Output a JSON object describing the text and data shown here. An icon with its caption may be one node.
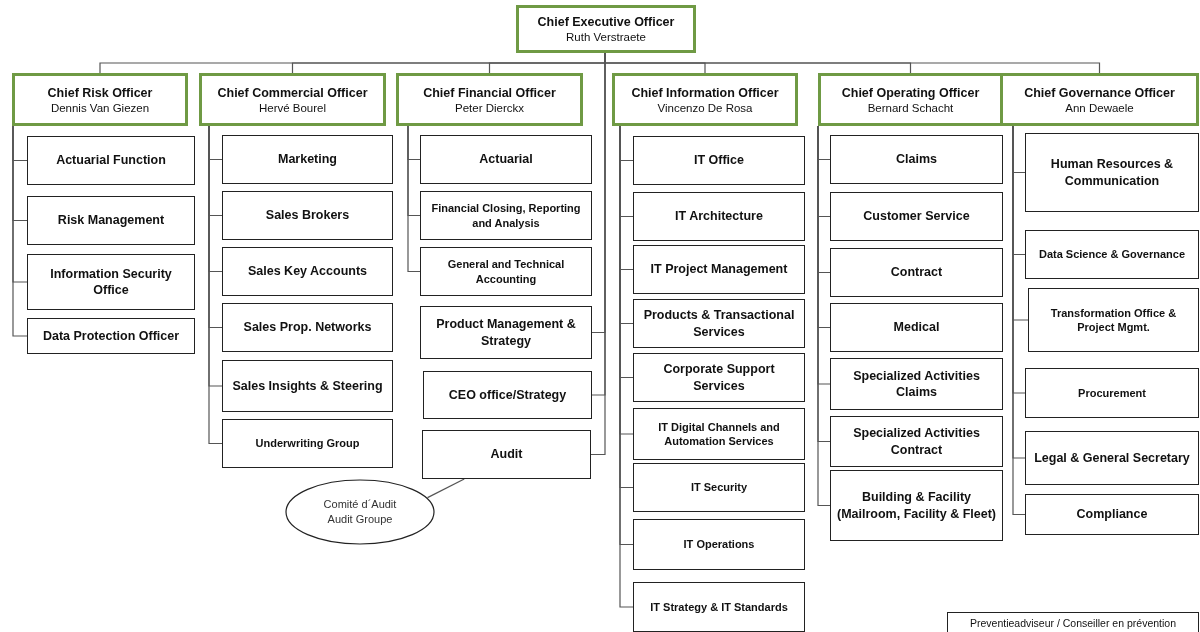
{
  "diagram": {
    "nodes": [
      {
        "text": [
          "Chief Executive Officer",
          "Ruth Verstraete"
        ]
      },
      {
        "text": [
          "Chief Risk Officer",
          "Dennis Van Giezen"
        ]
      },
      {
        "text": [
          "Actuarial Function"
        ]
      },
      {
        "text": [
          "Risk Management"
        ]
      },
      {
        "text": [
          "Information Security Office"
        ]
      },
      {
        "text": [
          "Data Protection Officer"
        ]
      },
      {
        "text": [
          "Chief Commercial Officer",
          "Hervé Bourel"
        ]
      },
      {
        "text": [
          "Marketing"
        ]
      },
      {
        "text": [
          "Sales Brokers"
        ]
      },
      {
        "text": [
          "Sales Key Accounts"
        ]
      },
      {
        "text": [
          "Sales Prop. Networks"
        ]
      },
      {
        "text": [
          "Sales Insights & Steering"
        ]
      },
      {
        "text": [
          "Underwriting Group"
        ]
      },
      {
        "text": [
          "Chief Financial Officer",
          "Peter Dierckx"
        ]
      },
      {
        "text": [
          "Actuarial"
        ]
      },
      {
        "text": [
          "Financial Closing, Reporting and Analysis"
        ]
      },
      {
        "text": [
          "General and Technical Accounting"
        ]
      },
      {
        "text": [
          "Product Management & Strategy"
        ]
      },
      {
        "text": [
          "CEO office/Strategy"
        ]
      },
      {
        "text": [
          "Audit"
        ]
      },
      {
        "text": [
          "Comité d´Audit",
          "Audit Groupe"
        ]
      },
      {
        "text": [
          "Chief Information Officer",
          "Vincenzo De Rosa"
        ]
      },
      {
        "text": [
          "IT Office"
        ]
      },
      {
        "text": [
          "IT Architecture"
        ]
      },
      {
        "text": [
          "IT Project Management"
        ]
      },
      {
        "text": [
          "Products & Transactional Services"
        ]
      },
      {
        "text": [
          "Corporate Support Services"
        ]
      },
      {
        "text": [
          "IT Digital Channels and Automation Services"
        ]
      },
      {
        "text": [
          "IT Security"
        ]
      },
      {
        "text": [
          "IT Operations"
        ]
      },
      {
        "text": [
          "IT Strategy & IT Standards"
        ]
      },
      {
        "text": [
          "Chief Operating Officer",
          "Bernard Schacht"
        ]
      },
      {
        "text": [
          "Claims"
        ]
      },
      {
        "text": [
          "Customer Service"
        ]
      },
      {
        "text": [
          "Contract"
        ]
      },
      {
        "text": [
          "Medical"
        ]
      },
      {
        "text": [
          "Specialized Activities Claims"
        ]
      },
      {
        "text": [
          "Specialized Activities Contract"
        ]
      },
      {
        "text": [
          "Building & Facility (Mailroom, Facility & Fleet)"
        ]
      },
      {
        "text": [
          "Chief Governance Officer",
          "Ann Dewaele"
        ]
      },
      {
        "text": [
          "Human Resources & Communication"
        ]
      },
      {
        "text": [
          "Data Science & Governance"
        ]
      },
      {
        "text": [
          "Transformation Office & Project Mgmt."
        ]
      },
      {
        "text": [
          "Procurement"
        ]
      },
      {
        "text": [
          "Legal & General Secretary"
        ]
      },
      {
        "text": [
          "Compliance"
        ]
      },
      {
        "text": [
          "Preventieadviseur / Conseiller en prévention"
        ]
      }
    ],
    "edges": [
      {
        "from": 0,
        "to": 1,
        "arrow": "none"
      },
      {
        "from": 0,
        "to": 6,
        "arrow": "none"
      },
      {
        "from": 0,
        "to": 13,
        "arrow": "none"
      },
      {
        "from": 0,
        "to": 21,
        "arrow": "none"
      },
      {
        "from": 0,
        "to": 31,
        "arrow": "none"
      },
      {
        "from": 0,
        "to": 39,
        "arrow": "none"
      },
      {
        "from": 1,
        "to": 2,
        "arrow": "none"
      },
      {
        "from": 1,
        "to": 3,
        "arrow": "none"
      },
      {
        "from": 1,
        "to": 4,
        "arrow": "none"
      },
      {
        "from": 1,
        "to": 5,
        "arrow": "none"
      },
      {
        "from": 6,
        "to": 7,
        "arrow": "none"
      },
      {
        "from": 6,
        "to": 8,
        "arrow": "none"
      },
      {
        "from": 6,
        "to": 9,
        "arrow": "none"
      },
      {
        "from": 6,
        "to": 10,
        "arrow": "none"
      },
      {
        "from": 6,
        "to": 11,
        "arrow": "none"
      },
      {
        "from": 6,
        "to": 12,
        "arrow": "none"
      },
      {
        "from": 13,
        "to": 14,
        "arrow": "none"
      },
      {
        "from": 13,
        "to": 15,
        "arrow": "none"
      },
      {
        "from": 13,
        "to": 16,
        "arrow": "none"
      },
      {
        "from": 0,
        "to": 17,
        "arrow": "none"
      },
      {
        "from": 0,
        "to": 18,
        "arrow": "none"
      },
      {
        "from": 0,
        "to": 19,
        "arrow": "none"
      },
      {
        "from": 19,
        "to": 20,
        "arrow": "none"
      },
      {
        "from": 21,
        "to": 22,
        "arrow": "none"
      },
      {
        "from": 21,
        "to": 23,
        "arrow": "none"
      },
      {
        "from": 21,
        "to": 24,
        "arrow": "none"
      },
      {
        "from": 21,
        "to": 25,
        "arrow": "none"
      },
      {
        "from": 21,
        "to": 26,
        "arrow": "none"
      },
      {
        "from": 21,
        "to": 27,
        "arrow": "none"
      },
      {
        "from": 21,
        "to": 28,
        "arrow": "none"
      },
      {
        "from": 21,
        "to": 29,
        "arrow": "none"
      },
      {
        "from": 21,
        "to": 30,
        "arrow": "none"
      },
      {
        "from": 31,
        "to": 32,
        "arrow": "none"
      },
      {
        "from": 31,
        "to": 33,
        "arrow": "none"
      },
      {
        "from": 31,
        "to": 34,
        "arrow": "none"
      },
      {
        "from": 31,
        "to": 35,
        "arrow": "none"
      },
      {
        "from": 31,
        "to": 36,
        "arrow": "none"
      },
      {
        "from": 31,
        "to": 37,
        "arrow": "none"
      },
      {
        "from": 31,
        "to": 38,
        "arrow": "none"
      },
      {
        "from": 39,
        "to": 40,
        "arrow": "none"
      },
      {
        "from": 39,
        "to": 41,
        "arrow": "none"
      },
      {
        "from": 39,
        "to": 42,
        "arrow": "none"
      },
      {
        "from": 39,
        "to": 43,
        "arrow": "none"
      },
      {
        "from": 39,
        "to": 44,
        "arrow": "none"
      },
      {
        "from": 39,
        "to": 45,
        "arrow": "none"
      }
    ]
  }
}
